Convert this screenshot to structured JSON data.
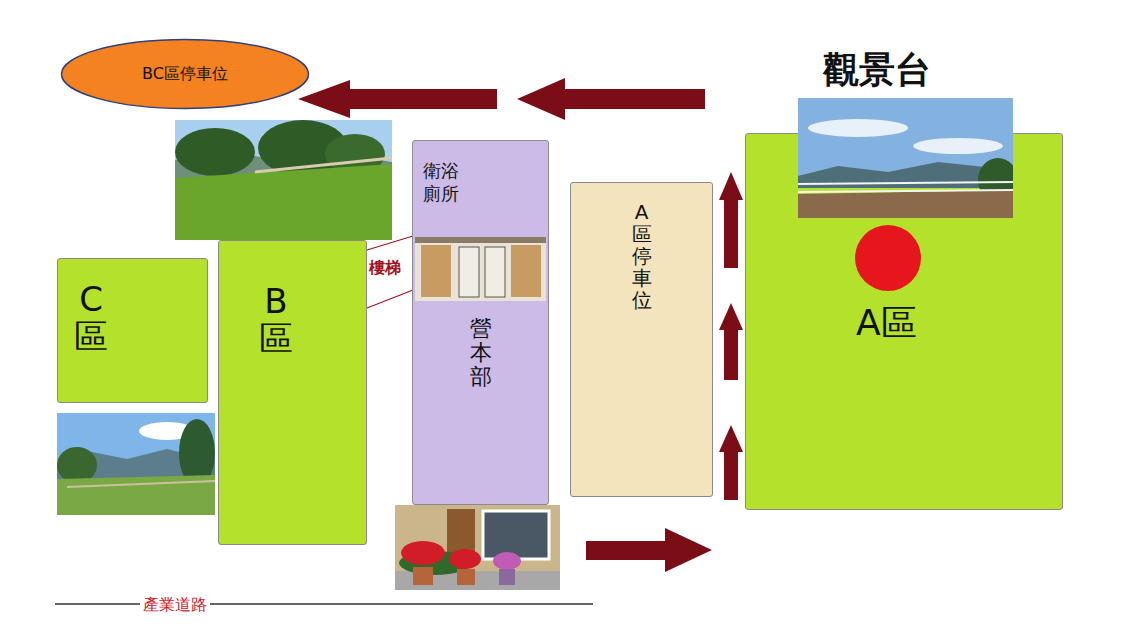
{
  "diagram": {
    "nodes": [
      {
        "text": [
          "BC區停車位"
        ]
      },
      {
        "text": [
          "衛浴 廁所",
          "營本部"
        ]
      },
      {
        "text": [
          "A區停車位"
        ]
      },
      {
        "text": [
          "A區"
        ]
      },
      {
        "text": [
          "B區"
        ]
      },
      {
        "text": [
          "C區"
        ]
      }
    ],
    "labels": [
      "觀景台",
      "樓梯",
      "產業道路"
    ]
  }
}
